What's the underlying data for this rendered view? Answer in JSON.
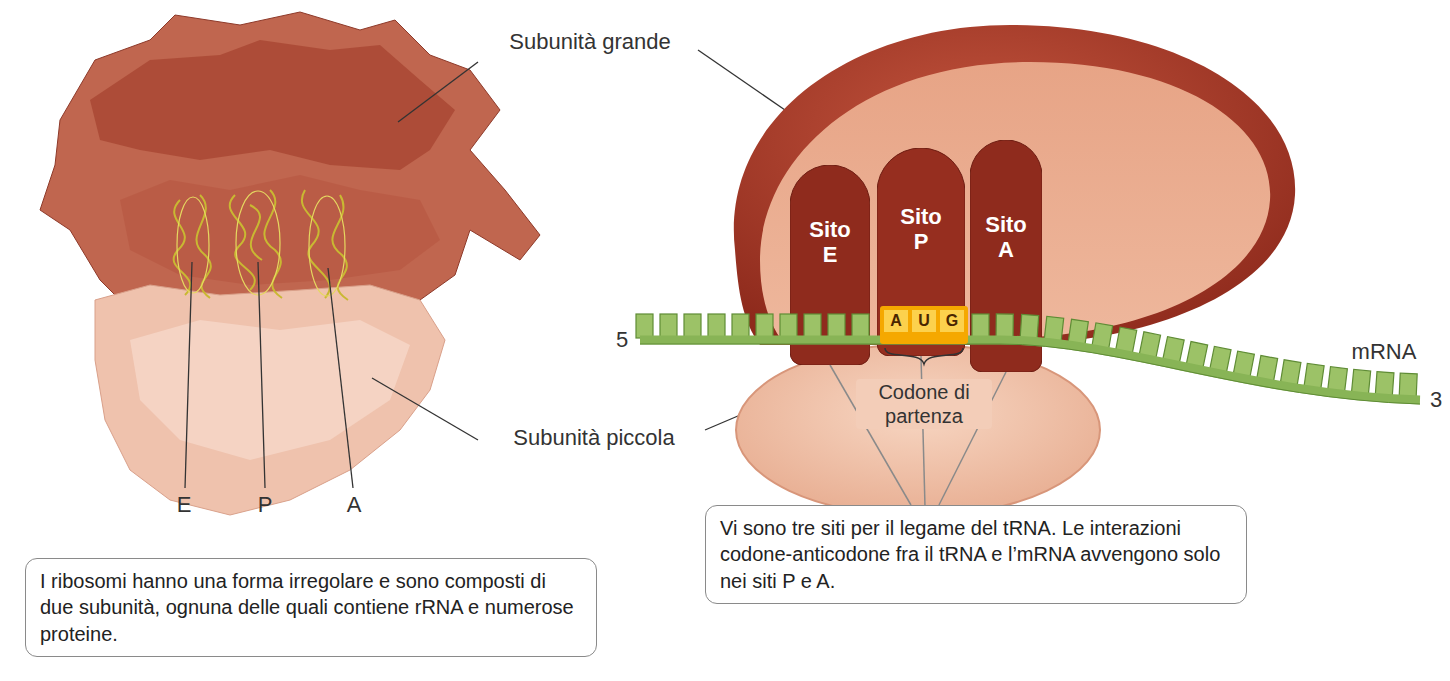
{
  "diagram": {
    "nodes": [
      {
        "text": [
          "Sito E"
        ]
      },
      {
        "text": [
          "Sito P"
        ]
      },
      {
        "text": [
          "Sito A"
        ]
      },
      {
        "text": [
          "I ribosomi hanno una forma irregolare e sono composti di due subunità, ognuna delle quali contiene rRNA e numerose proteine."
        ]
      },
      {
        "text": [
          "Vi sono tre siti per il legame del tRNA. Le interazioni codone-anticodone fra il tRNA e l’mRNA avvengono solo nei siti P e A."
        ]
      }
    ],
    "edges": [
      {
        "from": 4,
        "to": 0,
        "arrow": "none"
      },
      {
        "from": 4,
        "to": 1,
        "arrow": "none"
      },
      {
        "from": 4,
        "to": 2,
        "arrow": "none"
      }
    ],
    "labels": [
      "Subunità grande",
      "5",
      "A",
      "U",
      "G",
      "mRNA",
      "3",
      "Codone di partenza",
      "Subunità piccola",
      "E",
      "P",
      "A"
    ]
  }
}
